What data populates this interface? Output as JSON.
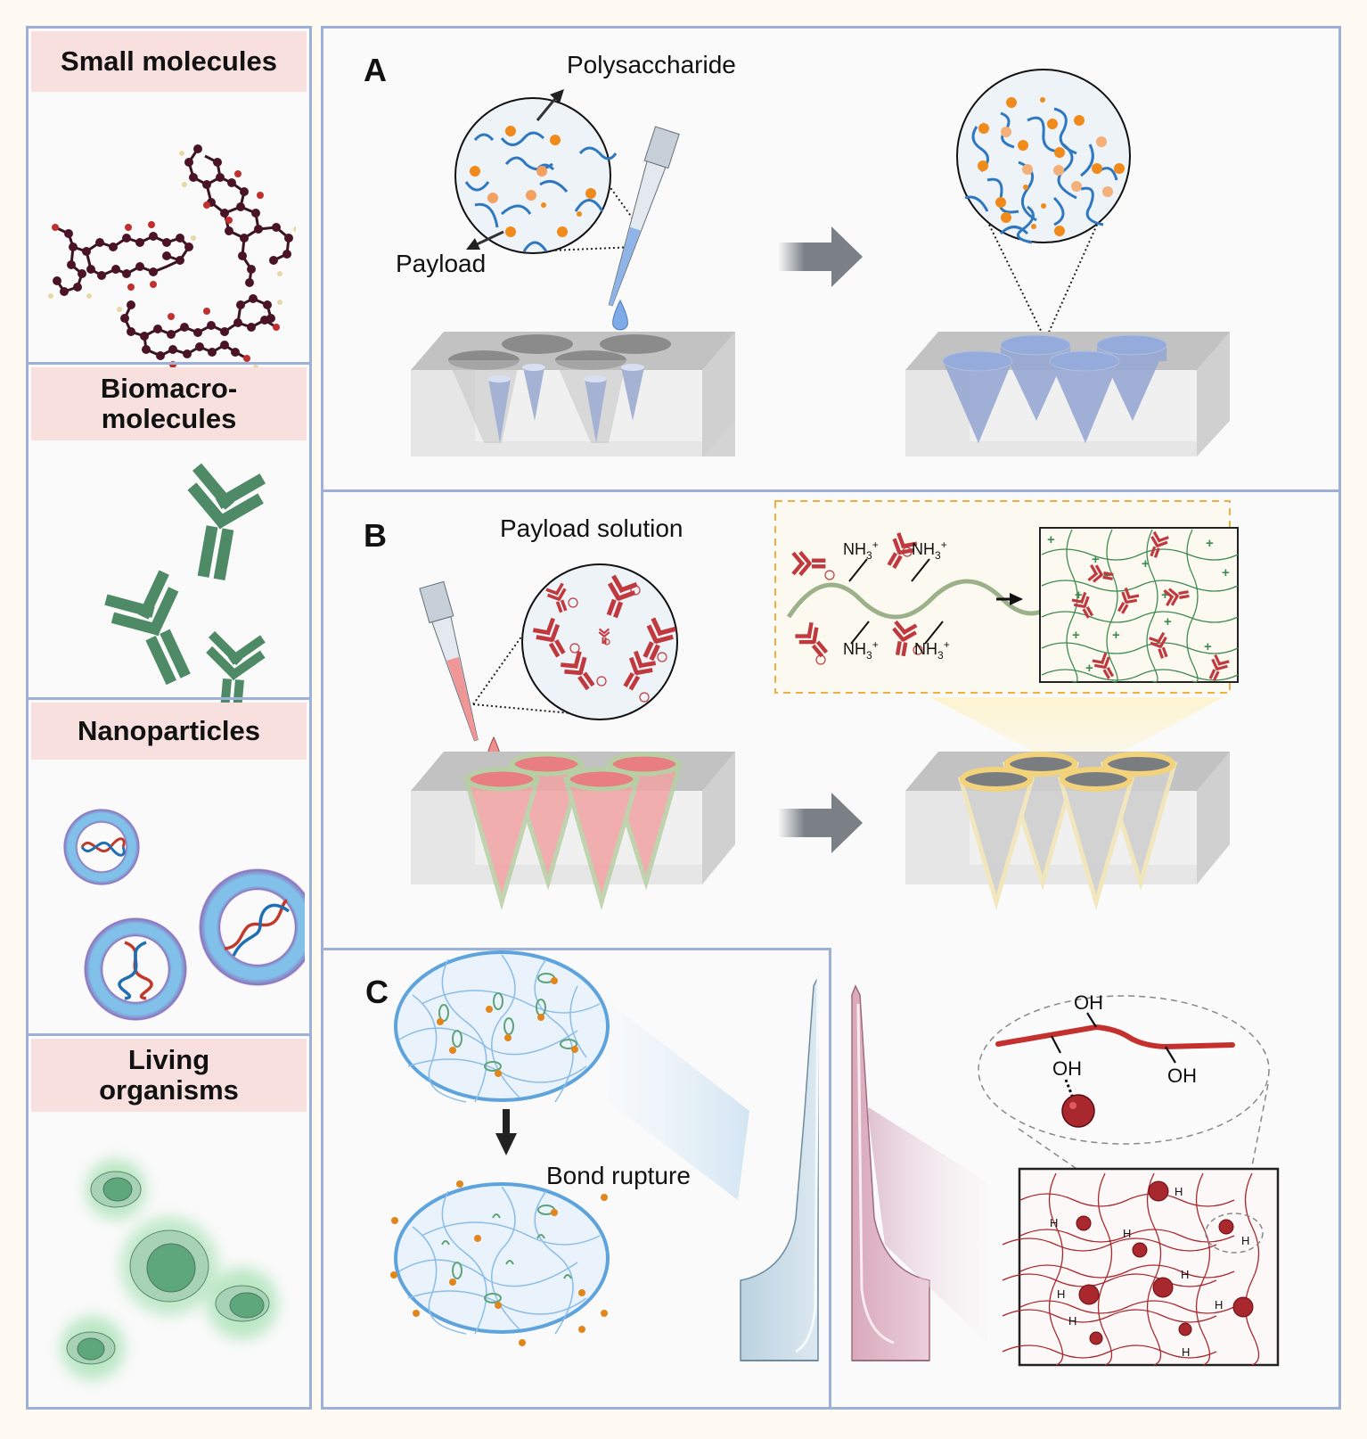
{
  "sidebar": {
    "categories": [
      {
        "label": "Small molecules",
        "illustration": "doxorubicin-ball-and-stick-molecules"
      },
      {
        "label": "Biomacro-\nmolecules",
        "illustration": "antibody-icons"
      },
      {
        "label": "Nanoparticles",
        "illustration": "liposome-with-dna"
      },
      {
        "label": "Living\norganisms",
        "illustration": "green-glowing-cells"
      }
    ]
  },
  "panels": {
    "A": {
      "letter": "A",
      "polysaccharide_label": "Polysaccharide",
      "payload_label": "Payload"
    },
    "B": {
      "letter": "B",
      "payload_solution_label": "Payload solution",
      "amine_label": "NH3+",
      "amine_main": "NH",
      "amine_sub": "3",
      "amine_sup": "+",
      "charge_negative": "−",
      "charge_positive": "+"
    },
    "C": {
      "letter": "C",
      "bond_rupture_label": "Bond rupture",
      "hydroxyl_label": "OH",
      "hydrogen_label": "H"
    }
  },
  "colors": {
    "frame_border": "#9db0d8",
    "header_bg": "#f8e0df",
    "polysaccharide_blue": "#2f78c0",
    "payload_orange": "#f08a1a",
    "antibody_red": "#c0393f",
    "antibody_green": "#4e8a66",
    "network_green": "#3f8a52",
    "network_red": "#a8282e",
    "microneedle_blue": "#8fa3d0",
    "shell_yellow": "#f2d27a"
  }
}
